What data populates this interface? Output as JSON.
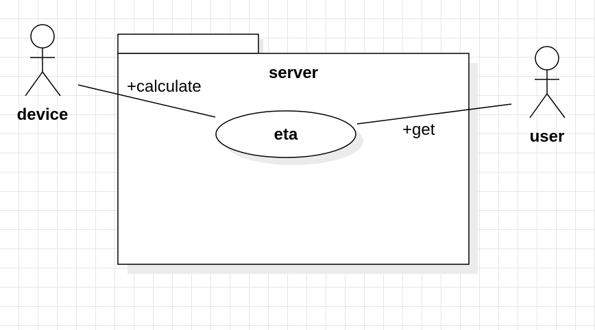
{
  "diagram": {
    "package": {
      "title": "server"
    },
    "use_case": {
      "label": "eta"
    },
    "actors": [
      {
        "id": "device",
        "label": "device"
      },
      {
        "id": "user",
        "label": "user"
      }
    ],
    "associations": [
      {
        "from": "device",
        "to": "eta",
        "label": "+calculate"
      },
      {
        "from": "user",
        "to": "eta",
        "label": "+get"
      }
    ]
  }
}
